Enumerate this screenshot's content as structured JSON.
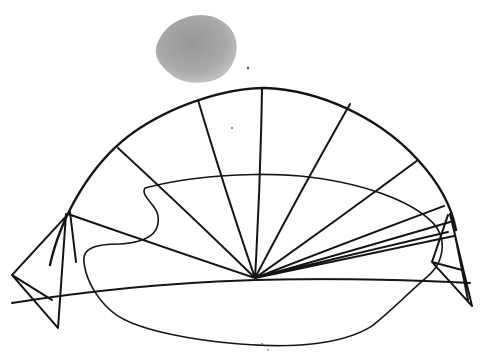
{
  "drawing": {
    "subject": "",
    "colors": {
      "ink": "#141414",
      "paper": "#ffffff",
      "blot": "#9a9a9a"
    },
    "spoke_count": 10,
    "icons": [
      "ink-blot",
      "dome-arc",
      "spoke",
      "ground-line",
      "wavy-outline",
      "left-support",
      "right-support"
    ]
  }
}
